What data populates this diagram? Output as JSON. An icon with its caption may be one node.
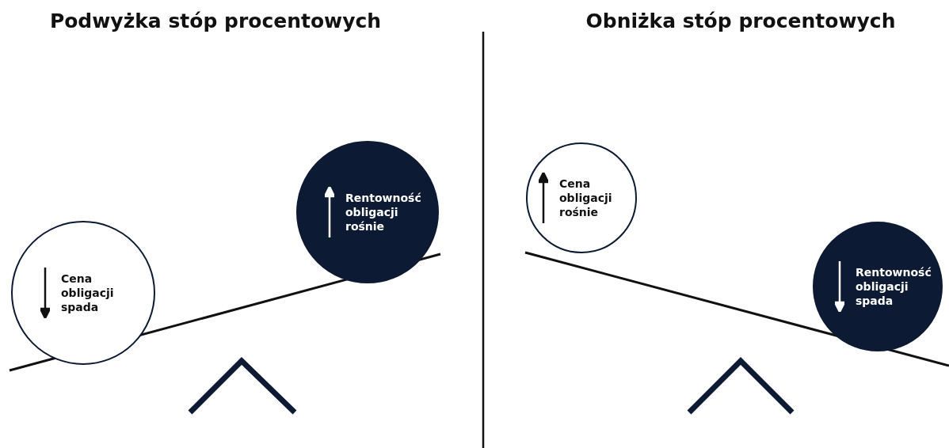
{
  "diagram": {
    "nodes": [
      {
        "text": [
          "Cena obligacji spada"
        ]
      },
      {
        "text": [
          "Rentowność obligacji rośnie"
        ]
      },
      {
        "text": [
          "Cena obligacji rośnie"
        ]
      },
      {
        "text": [
          "Rentowność obligacji spada"
        ]
      }
    ],
    "labels": [
      "Podwyżka stóp procentowych",
      "Obniżka stóp procentowych"
    ]
  }
}
